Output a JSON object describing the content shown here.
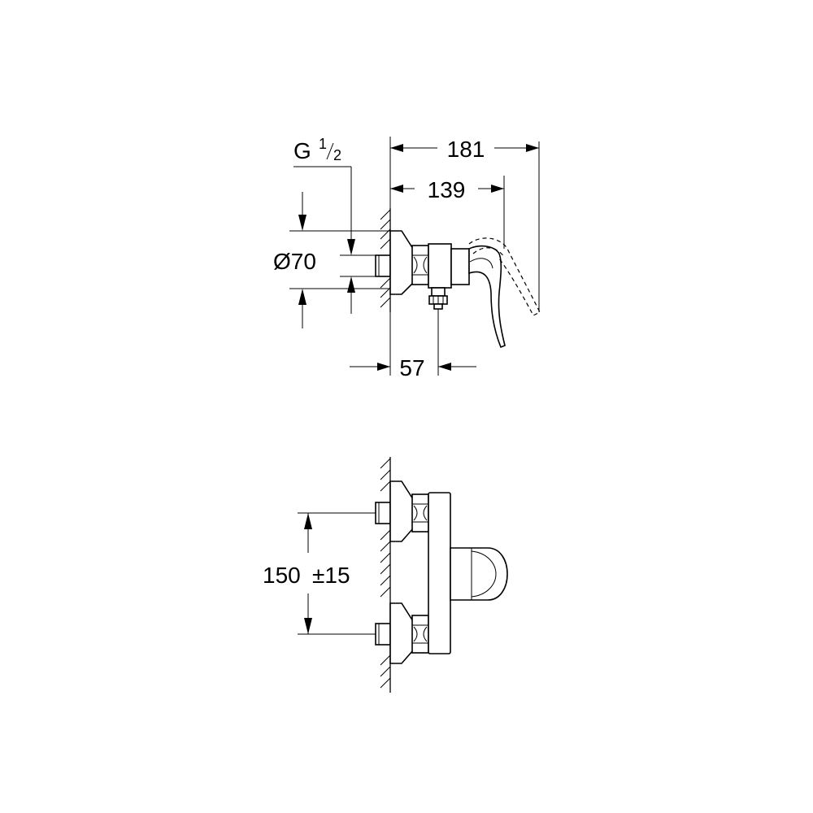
{
  "dimensions": {
    "overall_depth": "181",
    "handle_depth": "139",
    "outlet_offset": "57",
    "thread_main": "G",
    "thread_num": "1",
    "thread_den": "2",
    "rosette_diameter": "Ø70",
    "inlet_spacing": "150",
    "inlet_tolerance": "±15"
  }
}
